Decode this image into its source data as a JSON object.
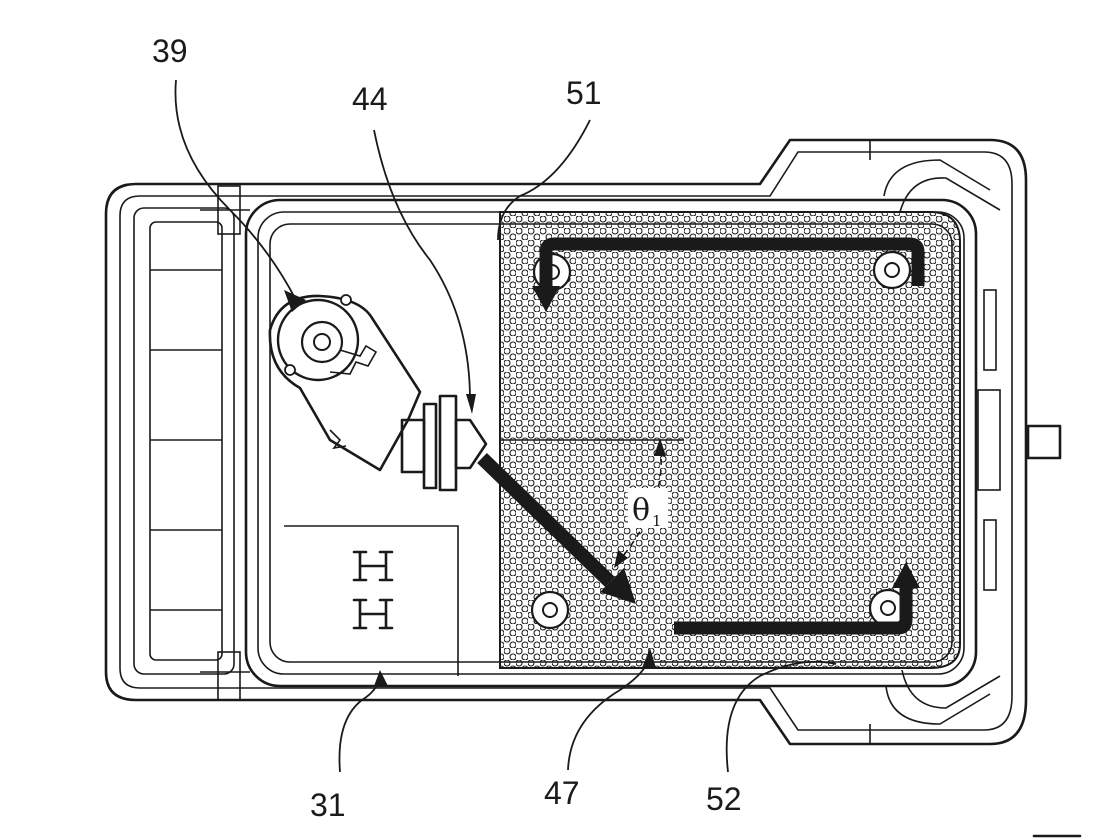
{
  "figure": {
    "reference_numerals": {
      "r39": "39",
      "r44": "44",
      "r51": "51",
      "r31": "31",
      "r47": "47",
      "r52": "52"
    },
    "angle_symbol": "θ",
    "angle_subscript": "1"
  },
  "colors": {
    "line": "#1a1a1a",
    "background": "#ffffff"
  }
}
